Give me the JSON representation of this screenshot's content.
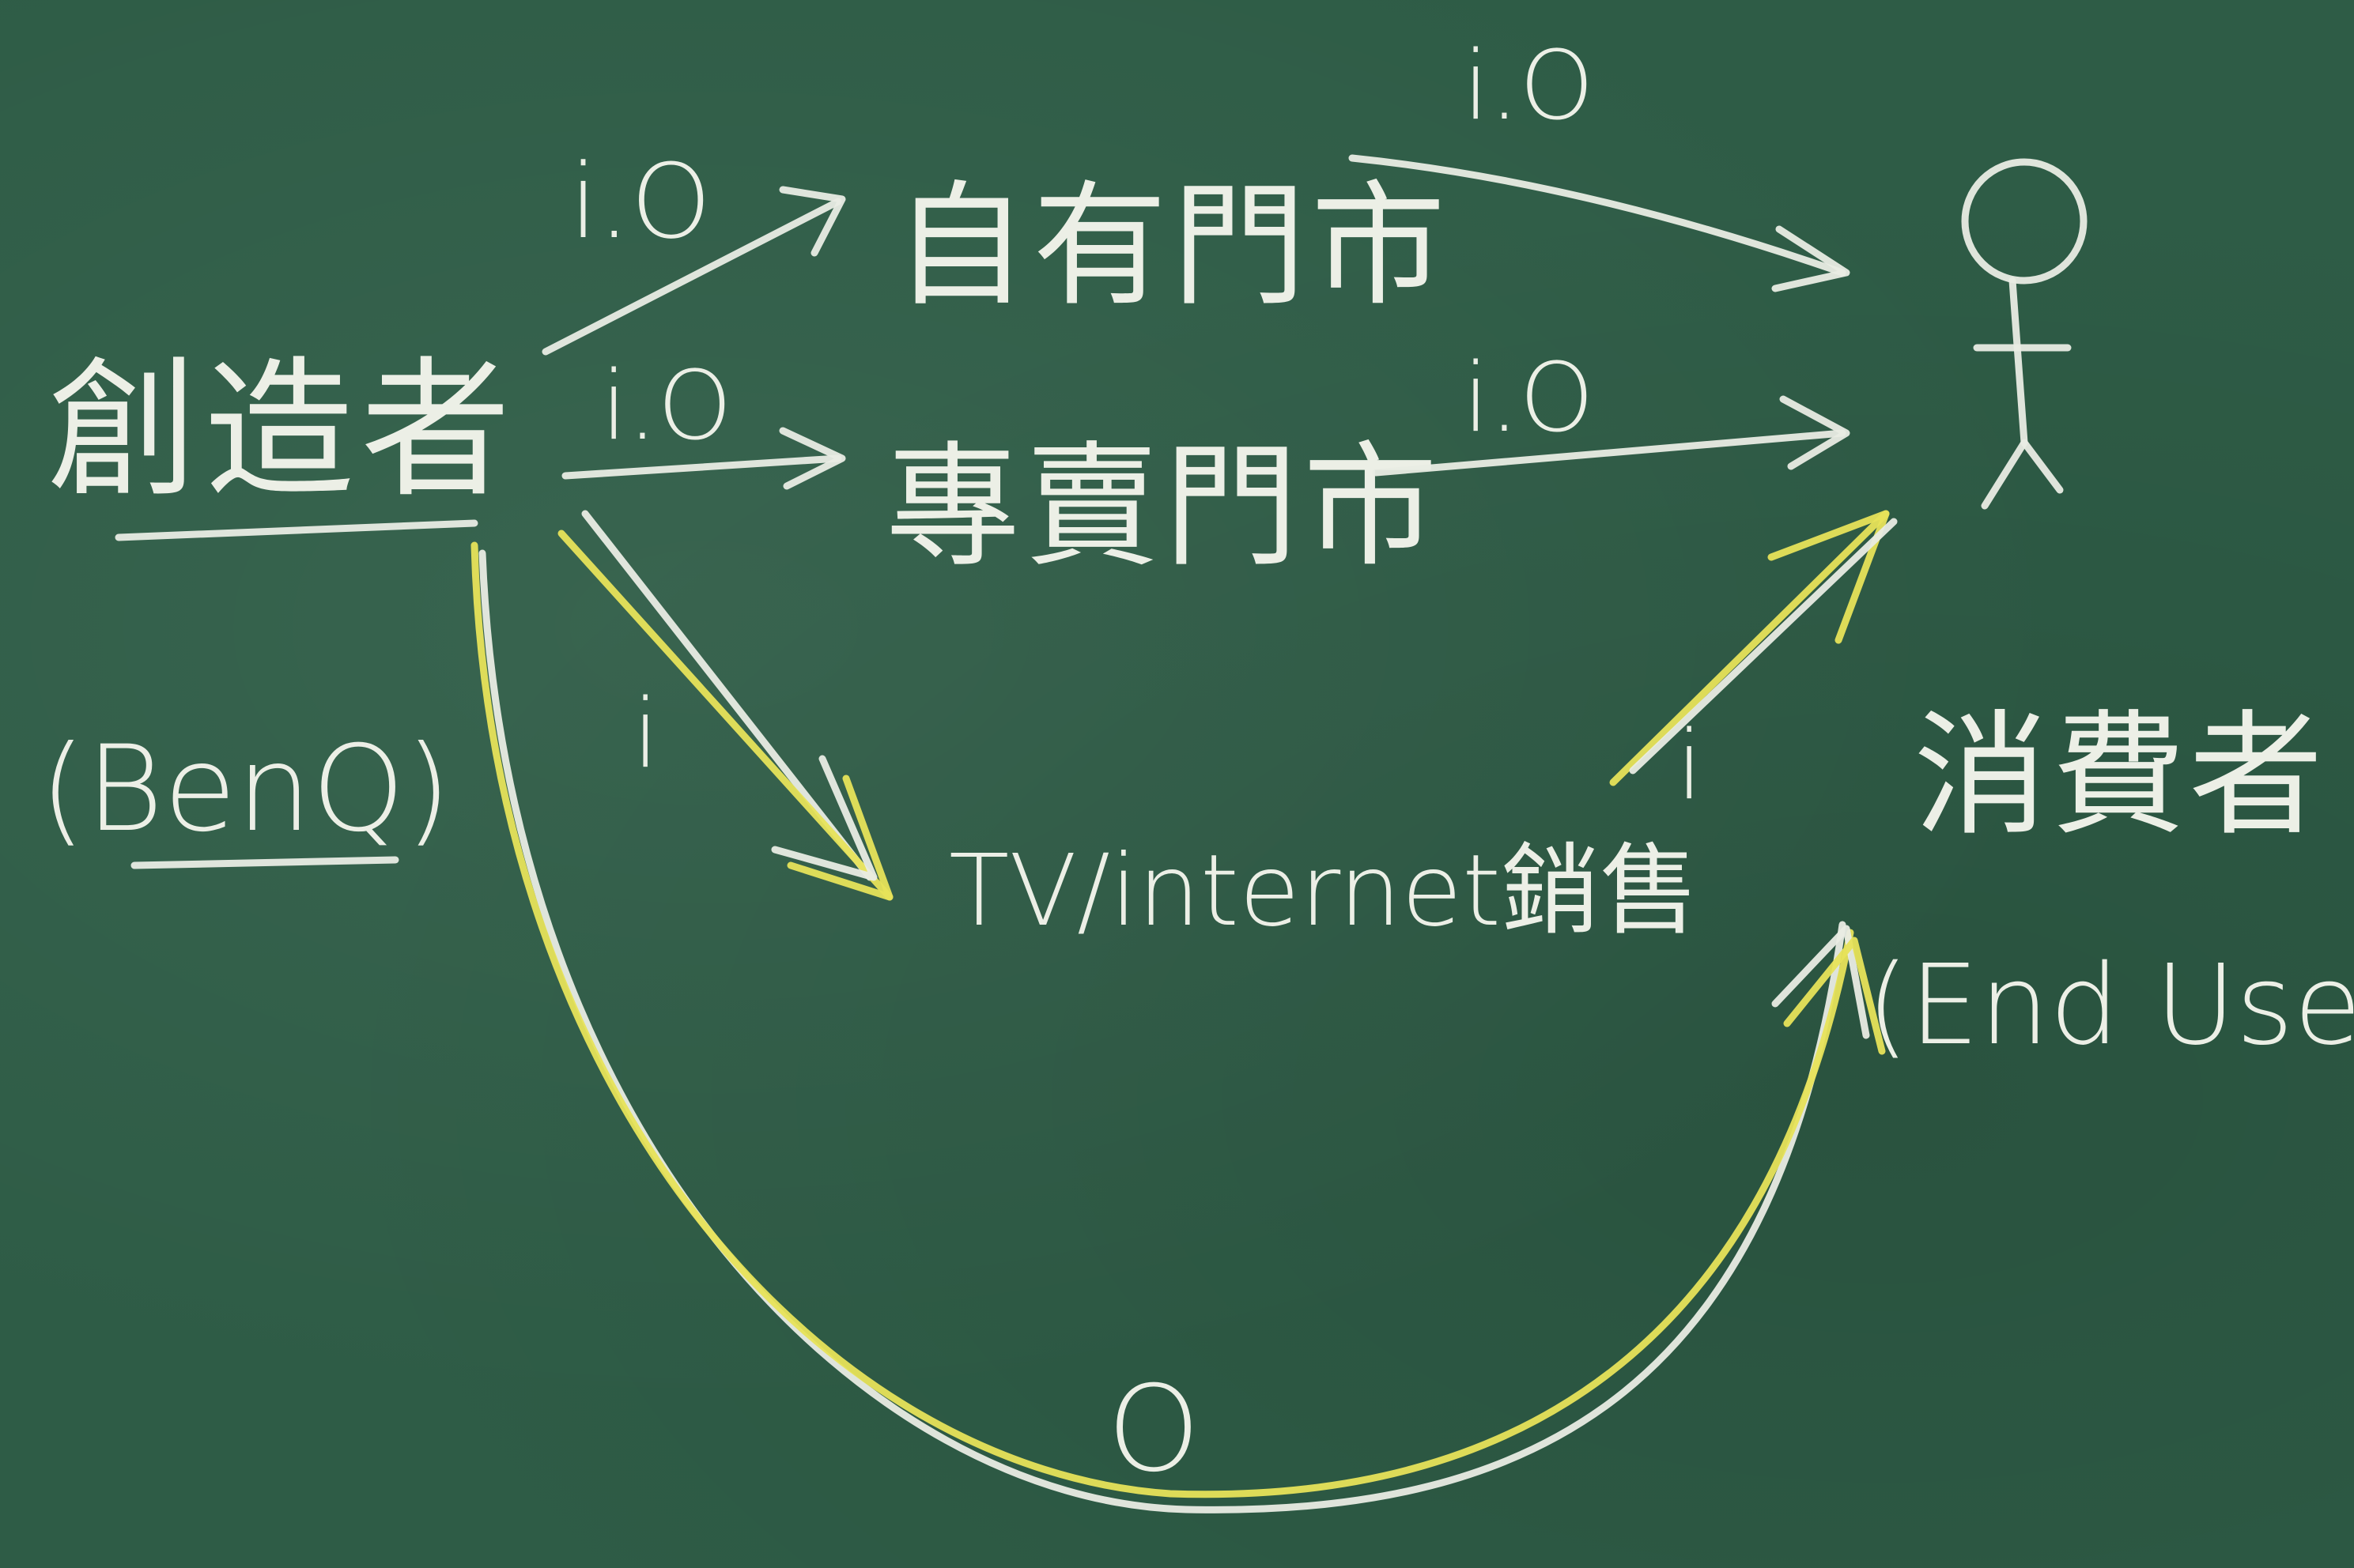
{
  "nodes": {
    "manufacturer": {
      "label": "創造者",
      "sub": "(BenQ)"
    },
    "retail_store": {
      "label": "自有門市"
    },
    "dealer_store": {
      "label": "專賣門市"
    },
    "tv_internet": {
      "label": "TV/internet銷售"
    },
    "consumer": {
      "label": "消費者",
      "sub": "(End User)"
    }
  },
  "edges": {
    "to_retail": "i.O",
    "to_dealer": "i.O",
    "retail_to_consumer": "i.O",
    "dealer_to_consumer": "i.O",
    "to_tv": "i",
    "tv_to_consumer": "i",
    "direct": "O"
  },
  "colors": {
    "board": "#2e5c46",
    "chalk": "#ecefe6",
    "chalk_yellow": "#e7e35a"
  }
}
